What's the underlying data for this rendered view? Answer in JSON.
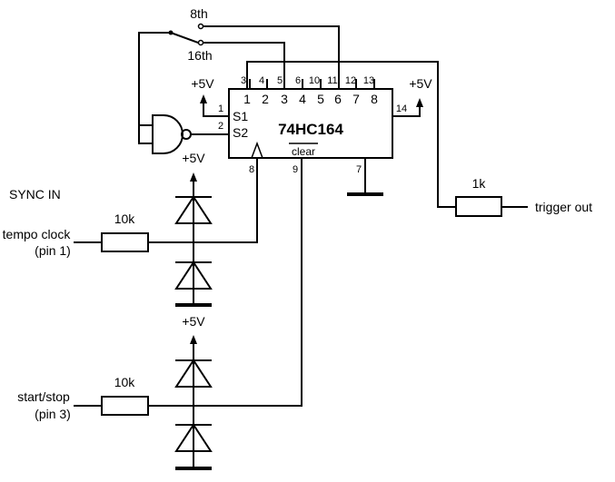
{
  "ic": {
    "part": "74HC164",
    "inputs": [
      "S1",
      "S2"
    ],
    "clear": "clear",
    "output_labels": [
      "1",
      "2",
      "3",
      "4",
      "5",
      "6",
      "7",
      "8"
    ],
    "pins_top": [
      "3",
      "4",
      "5",
      "6",
      "10",
      "11",
      "12",
      "13"
    ],
    "pin_s1": "1",
    "pin_s2": "2",
    "pin_vcc": "14",
    "pin_clock": "8",
    "pin_clear": "9",
    "pin_gnd": "7"
  },
  "supply": "+5V",
  "switch": {
    "upper": "8th",
    "lower": "16th"
  },
  "sync": {
    "title": "SYNC IN",
    "tempo_line1": "tempo clock",
    "tempo_line2": "(pin 1)",
    "start_line1": "start/stop",
    "start_line2": "(pin 3)"
  },
  "resistors": {
    "tempo": "10k",
    "start": "10k",
    "output": "1k"
  },
  "output": "trigger out"
}
